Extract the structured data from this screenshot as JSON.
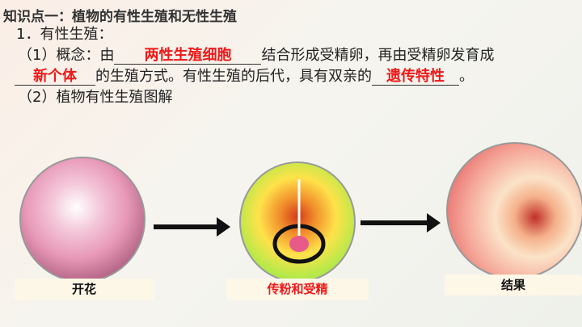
{
  "title": "知识点一：植物的有性生殖和无性生殖",
  "section1": "1．有性生殖：",
  "concept": {
    "prefix": "（1）概念：由",
    "blank1": "两性生殖细胞",
    "mid1": "结合形成受精卵，再由受精卵发育成",
    "blank2": "新个体",
    "mid2": "的生殖方式。有性生殖的后代，具有双亲的",
    "blank3": "遗传特性",
    "end": "。"
  },
  "section2": "（2）植物有性生殖图解",
  "stages": [
    {
      "label": "开花"
    },
    {
      "label": "传粉和受精"
    },
    {
      "label": "结果"
    }
  ],
  "colors": {
    "answer": "#f01818",
    "arrow": "#111111"
  }
}
